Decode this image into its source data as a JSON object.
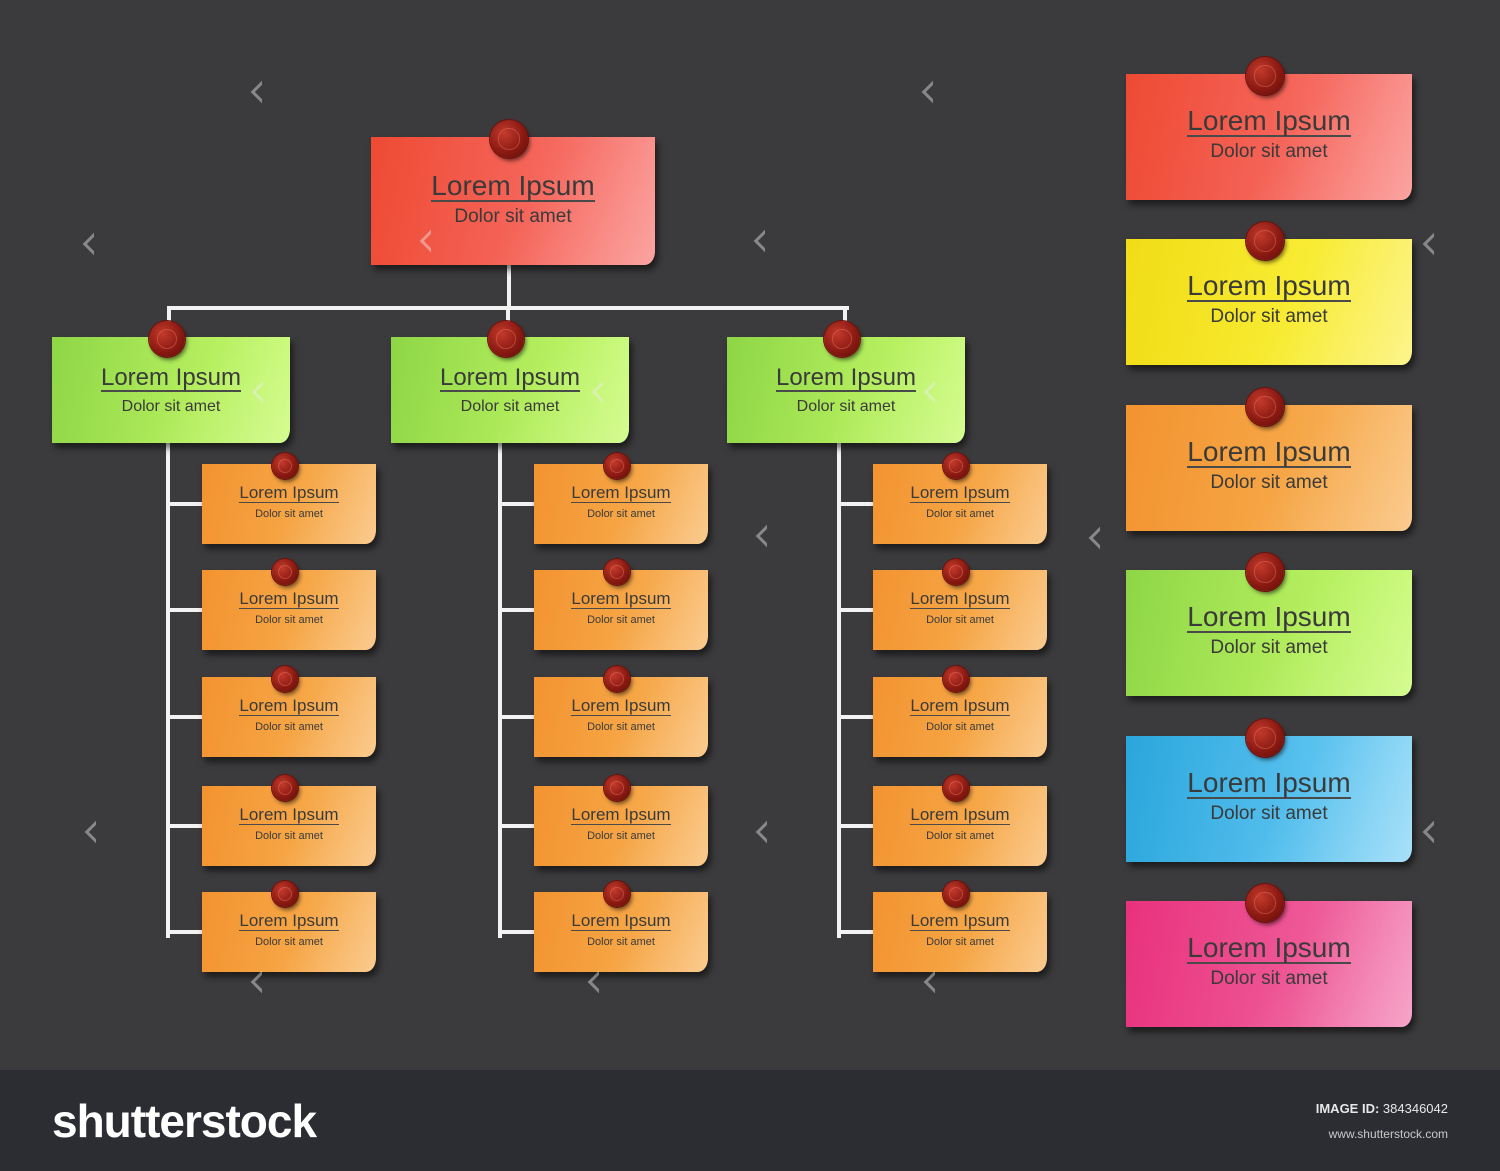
{
  "colors": {
    "background": "#3b3b3d",
    "connector": "#f2f2f2",
    "pin": "#8b1a12",
    "footer": "#2b2d33",
    "red": "#f35e53",
    "green": "#a8e655",
    "orange": "#f5a13f",
    "yellow": "#f6e92a",
    "blue": "#4fbbea",
    "pink": "#ec4c8d"
  },
  "chart": {
    "root": {
      "title": "Lorem Ipsum",
      "subtitle": "Dolor sit amet",
      "color": "red"
    },
    "departments": [
      {
        "title": "Lorem Ipsum",
        "subtitle": "Dolor sit amet",
        "color": "green",
        "members": [
          {
            "title": "Lorem Ipsum",
            "subtitle": "Dolor sit amet"
          },
          {
            "title": "Lorem Ipsum",
            "subtitle": "Dolor sit amet"
          },
          {
            "title": "Lorem Ipsum",
            "subtitle": "Dolor sit amet"
          },
          {
            "title": "Lorem Ipsum",
            "subtitle": "Dolor sit amet"
          },
          {
            "title": "Lorem Ipsum",
            "subtitle": "Dolor sit amet"
          }
        ]
      },
      {
        "title": "Lorem Ipsum",
        "subtitle": "Dolor sit amet",
        "color": "green",
        "members": [
          {
            "title": "Lorem Ipsum",
            "subtitle": "Dolor sit amet"
          },
          {
            "title": "Lorem Ipsum",
            "subtitle": "Dolor sit amet"
          },
          {
            "title": "Lorem Ipsum",
            "subtitle": "Dolor sit amet"
          },
          {
            "title": "Lorem Ipsum",
            "subtitle": "Dolor sit amet"
          },
          {
            "title": "Lorem Ipsum",
            "subtitle": "Dolor sit amet"
          }
        ]
      },
      {
        "title": "Lorem Ipsum",
        "subtitle": "Dolor sit amet",
        "color": "green",
        "members": [
          {
            "title": "Lorem Ipsum",
            "subtitle": "Dolor sit amet"
          },
          {
            "title": "Lorem Ipsum",
            "subtitle": "Dolor sit amet"
          },
          {
            "title": "Lorem Ipsum",
            "subtitle": "Dolor sit amet"
          },
          {
            "title": "Lorem Ipsum",
            "subtitle": "Dolor sit amet"
          },
          {
            "title": "Lorem Ipsum",
            "subtitle": "Dolor sit amet"
          }
        ]
      }
    ]
  },
  "palette_notes": [
    {
      "title": "Lorem Ipsum",
      "subtitle": "Dolor sit amet",
      "color": "red"
    },
    {
      "title": "Lorem Ipsum",
      "subtitle": "Dolor sit amet",
      "color": "yellow"
    },
    {
      "title": "Lorem Ipsum",
      "subtitle": "Dolor sit amet",
      "color": "orange"
    },
    {
      "title": "Lorem Ipsum",
      "subtitle": "Dolor sit amet",
      "color": "green"
    },
    {
      "title": "Lorem Ipsum",
      "subtitle": "Dolor sit amet",
      "color": "blue"
    },
    {
      "title": "Lorem Ipsum",
      "subtitle": "Dolor sit amet",
      "color": "pink"
    }
  ],
  "footer": {
    "logo": "shutterstock",
    "image_id_label": "IMAGE ID:",
    "image_id": "384346042",
    "url": "www.shutterstock.com"
  }
}
